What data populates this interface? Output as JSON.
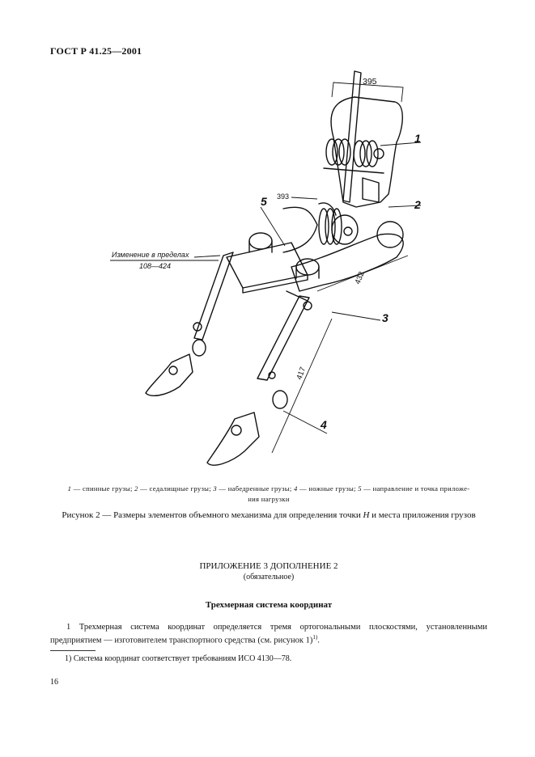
{
  "header": {
    "doc_code": "ГОСТ Р 41.25—2001"
  },
  "figure": {
    "dim_top": "395",
    "dim_upper": "393",
    "dim_mid": "432",
    "dim_lower": "417",
    "range_label": "Изменение в пределах",
    "range_value": "108—424",
    "callouts": [
      "1",
      "2",
      "3",
      "4",
      "5"
    ]
  },
  "legend": {
    "n1": "1",
    "t1": " — спинные грузы; ",
    "n2": "2",
    "t2": " — седалищные грузы; ",
    "n3": "3",
    "t3": " — набедренные грузы; ",
    "n4": "4",
    "t4": " — ножные грузы; ",
    "n5": "5",
    "t5": " — направление и точка приложе-",
    "t6": "ния нагрузки"
  },
  "caption": {
    "prefix": "Рисунок 2 — Размеры элементов объемного механизма для определения точки ",
    "point": "H",
    "suffix": " и места приложения грузов"
  },
  "appendix": {
    "title": "ПРИЛОЖЕНИЕ 3 ДОПОЛНЕНИЕ 2",
    "subtitle": "(обязательное)"
  },
  "section": {
    "heading": "Трехмерная система координат",
    "paragraph": "1 Трехмерная система координат определяется тремя ортогональными плоскостями, установленными предприятием — изготовителем транспортного средства (см. рисунок 1)",
    "paragraph_sup": "1)",
    "paragraph_end": "."
  },
  "footnote": {
    "mark": "1)",
    "text": " Система координат соответствует требованиям ИСО 4130—78."
  },
  "page_number": "16"
}
